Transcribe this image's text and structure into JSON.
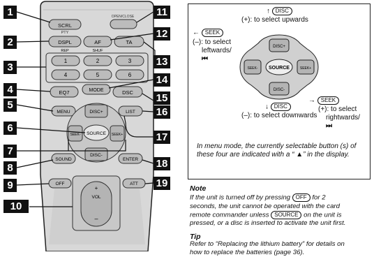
{
  "colors": {
    "ink": "#111111",
    "remote_body": "#d8d8d8",
    "remote_outline": "#222222",
    "badge_bg": "#111111",
    "badge_fg": "#ffffff"
  },
  "remote": {
    "labels": {
      "scrl": "SCRL",
      "pty": "PTY",
      "dispopen": "OPEN/CLOSE",
      "dspl": "DSPL",
      "af": "AF",
      "ta": "TA",
      "rep": "REP",
      "shuf": "SHUF",
      "n1": "1",
      "n2": "2",
      "n3": "3",
      "n4": "4",
      "n5": "5",
      "n6": "6",
      "eq7": "EQ7",
      "mode": "MODE",
      "dsc": "DSC",
      "menu": "MENU",
      "list": "LIST",
      "disc_up": "DISC+",
      "source": "SOURCE",
      "seek_left": "SEEK-",
      "seek_right": "SEEK+",
      "disc_down": "DISC-",
      "sound": "SOUND",
      "enter": "ENTER",
      "off": "OFF",
      "att": "ATT",
      "vol": "VOL",
      "plus": "+",
      "minus": "–"
    }
  },
  "callouts": [
    "1",
    "2",
    "3",
    "4",
    "5",
    "6",
    "7",
    "8",
    "9",
    "10",
    "11",
    "12",
    "13",
    "14",
    "15",
    "16",
    "17",
    "18",
    "19"
  ],
  "diagram": {
    "up_arrow": "↑",
    "left_arrow": "←",
    "right_arrow": "→",
    "down_arrow": "↓",
    "disc": "DISC",
    "seek": "SEEK",
    "source": "SOURCE",
    "up_text": "(+): to select upwards",
    "left_line1": "(–): to select",
    "left_line2": "leftwards/",
    "left_sym": "⏮",
    "right_line1": "(+): to select",
    "right_line2": "rightwards/",
    "right_sym": "⏭",
    "down_text": "(–): to select downwards",
    "pad_disc_up": "DISC+",
    "pad_disc_down": "DISC-",
    "pad_seek_left": "SEEK-",
    "pad_seek_right": "SEEK+",
    "caption_1": "In menu mode, the currently selectable button (s) of",
    "caption_2": "these four are indicated with a “ ▲” in the display."
  },
  "note": {
    "heading": "Note",
    "t1": "If the unit is turned off by pressing",
    "off": "OFF",
    "t2": "for 2",
    "t3": "seconds, the unit cannot be operated with the card",
    "t4": "remote commander unless",
    "source": "SOURCE",
    "t5": "on the unit is",
    "t6": "pressed, or a disc is inserted to activate the unit first."
  },
  "tip": {
    "heading": "Tip",
    "t1": "Refer to “Replacing the lithium battery” for details on",
    "t2": "how to replace the batteries (page 36)."
  }
}
